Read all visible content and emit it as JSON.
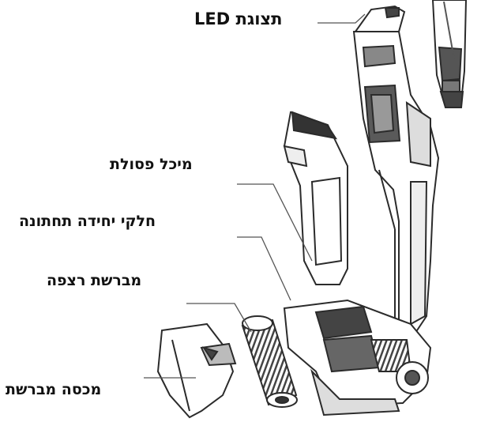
{
  "labels": {
    "led_display": "תצוגת LED",
    "dust_bin": "מיכל פסולת",
    "lower_unit_parts": "חלקי יחידה תחתונה",
    "floor_brush": "מברשת רצפה",
    "brush_cover": "מכסה מברשת"
  },
  "colors": {
    "stroke": "#2b2b2b",
    "dark": "#3a3a3a",
    "mid": "#7a7a7a",
    "light": "#cfcfcf",
    "leader": "#555555"
  }
}
